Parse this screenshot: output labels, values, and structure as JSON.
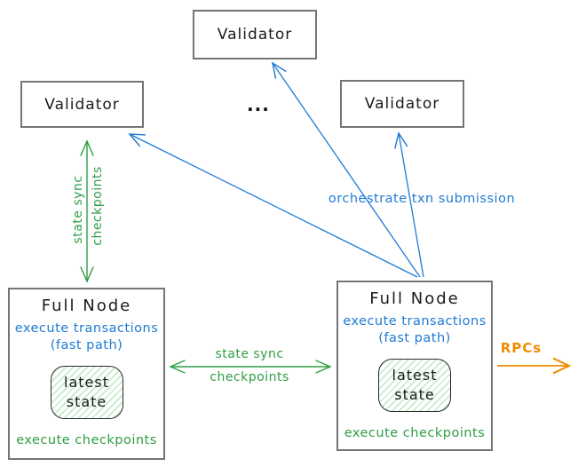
{
  "diagram": {
    "validator_top": {
      "label": "Validator"
    },
    "validator_left": {
      "label": "Validator"
    },
    "validator_right": {
      "label": "Validator"
    },
    "ellipsis": "...",
    "full_node_left": {
      "title": "Full Node",
      "exec_line1": "execute transactions",
      "exec_line2": "(fast path)",
      "state_line1": "latest",
      "state_line2": "state",
      "footer": "execute checkpoints"
    },
    "full_node_right": {
      "title": "Full Node",
      "exec_line1": "execute transactions",
      "exec_line2": "(fast path)",
      "state_line1": "latest",
      "state_line2": "state",
      "footer": "execute checkpoints"
    },
    "labels": {
      "vertical_arrow_word1": "state sync",
      "vertical_arrow_word2": "checkpoints",
      "horizontal_arrow_word1": "state sync",
      "horizontal_arrow_word2": "checkpoints",
      "orchestrate": "orchestrate txn submission",
      "rpcs": "RPCs"
    },
    "colors": {
      "blue": "#1f7ad4",
      "green": "#2f9e44",
      "orange": "#f08c00",
      "box_border": "#757575",
      "text": "#1a1a1a",
      "state_hatch_green": "#b9ecc4"
    }
  }
}
